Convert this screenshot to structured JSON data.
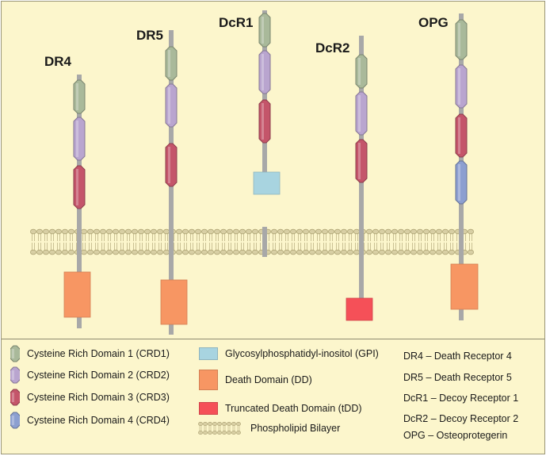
{
  "receptors": [
    {
      "id": "dr4",
      "name": "DR4"
    },
    {
      "id": "dr5",
      "name": "DR5"
    },
    {
      "id": "dcr1",
      "name": "DcR1"
    },
    {
      "id": "dcr2",
      "name": "DcR2"
    },
    {
      "id": "opg",
      "name": "OPG"
    }
  ],
  "legend": {
    "crd1": "Cysteine Rich Domain 1 (CRD1)",
    "crd2": "Cysteine Rich Domain 2 (CRD2)",
    "crd3": "Cysteine Rich Domain 3 (CRD3)",
    "crd4": "Cysteine Rich Domain 4 (CRD4)",
    "gpi": "Glycosylphosphatidyl-inositol (GPI)",
    "dd": "Death Domain (DD)",
    "tdd": "Truncated Death Domain (tDD)",
    "bilayer": "Phospholipid Bilayer"
  },
  "abbreviations": [
    "DR4 – Death Receptor 4",
    "DR5 – Death Receptor 5",
    "DcR1 – Decoy Receptor 1",
    "DcR2 – Decoy Receptor 2",
    "OPG – Osteoprotegerin"
  ],
  "colors": {
    "crd1": "#a9b99a",
    "crd2": "#b9a5cf",
    "crd3": "#c4556a",
    "crd4": "#8c9fd0",
    "gpi": "#a8d4e0",
    "dd": "#f79663",
    "tdd": "#f55058",
    "stem": "#a8a8a8",
    "lipid": "#d8cfa4"
  }
}
